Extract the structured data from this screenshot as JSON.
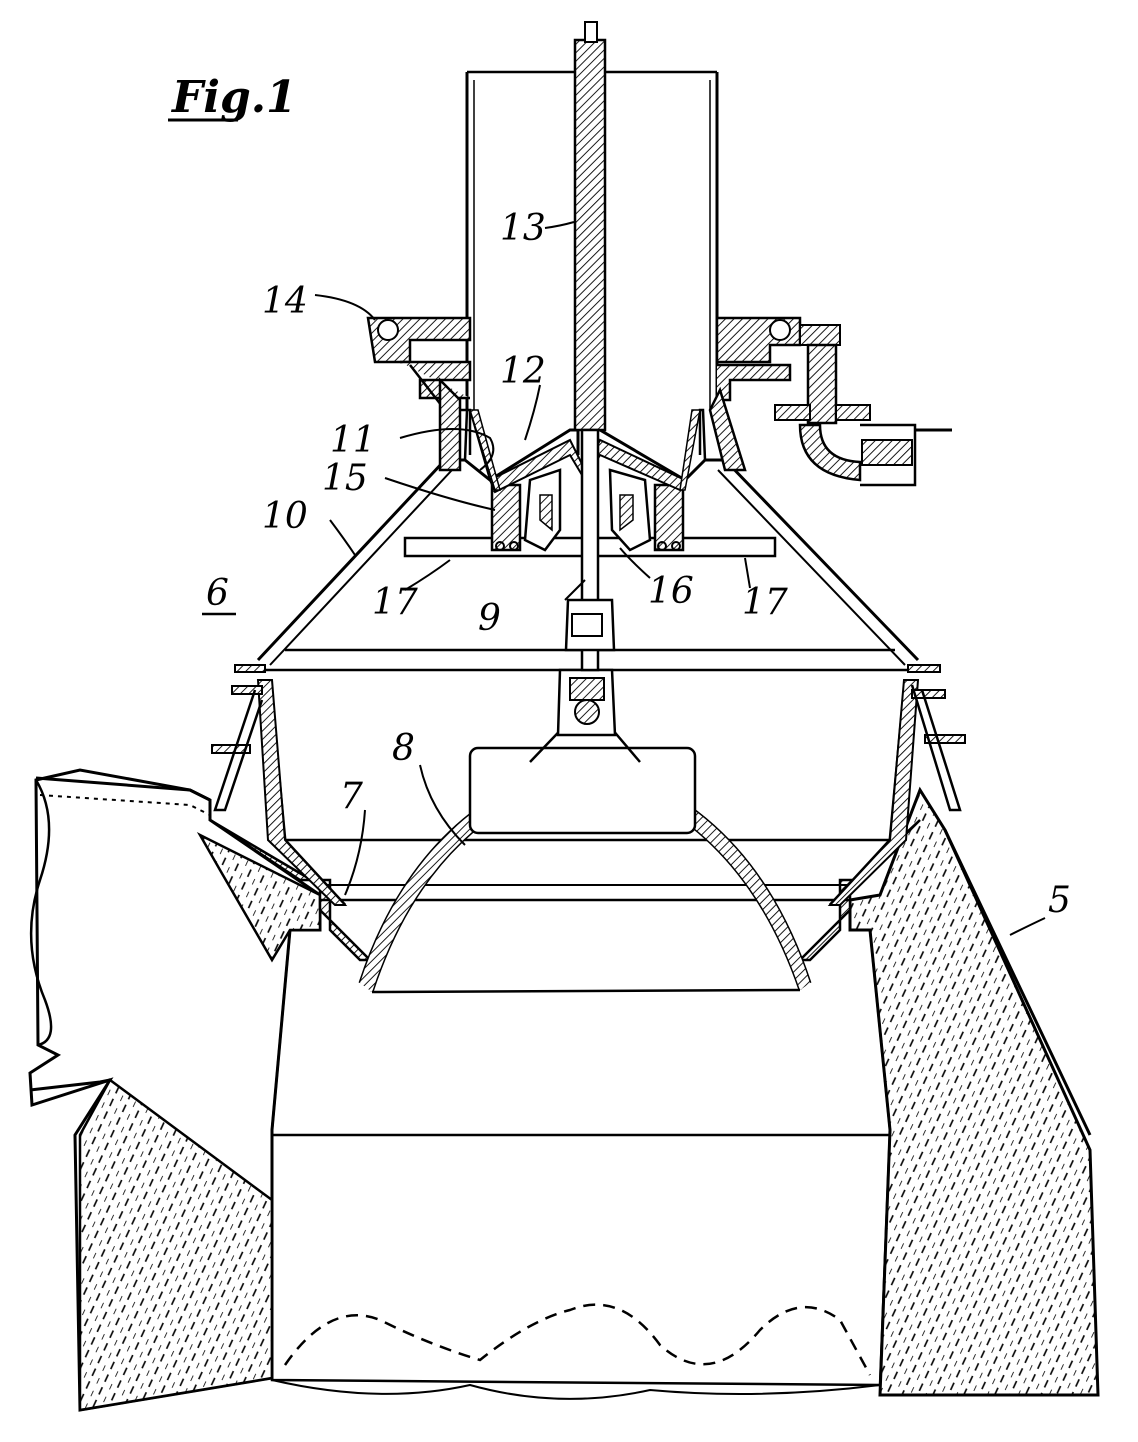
{
  "figure": {
    "title": "Fig.1"
  },
  "reference_numerals": {
    "n5": "5",
    "n6": "6",
    "n7": "7",
    "n8": "8",
    "n9": "9",
    "n10": "10",
    "n11": "11",
    "n12": "12",
    "n13": "13",
    "n14": "14",
    "n15": "15",
    "n16": "16",
    "n17a": "17",
    "n17b": "17"
  }
}
